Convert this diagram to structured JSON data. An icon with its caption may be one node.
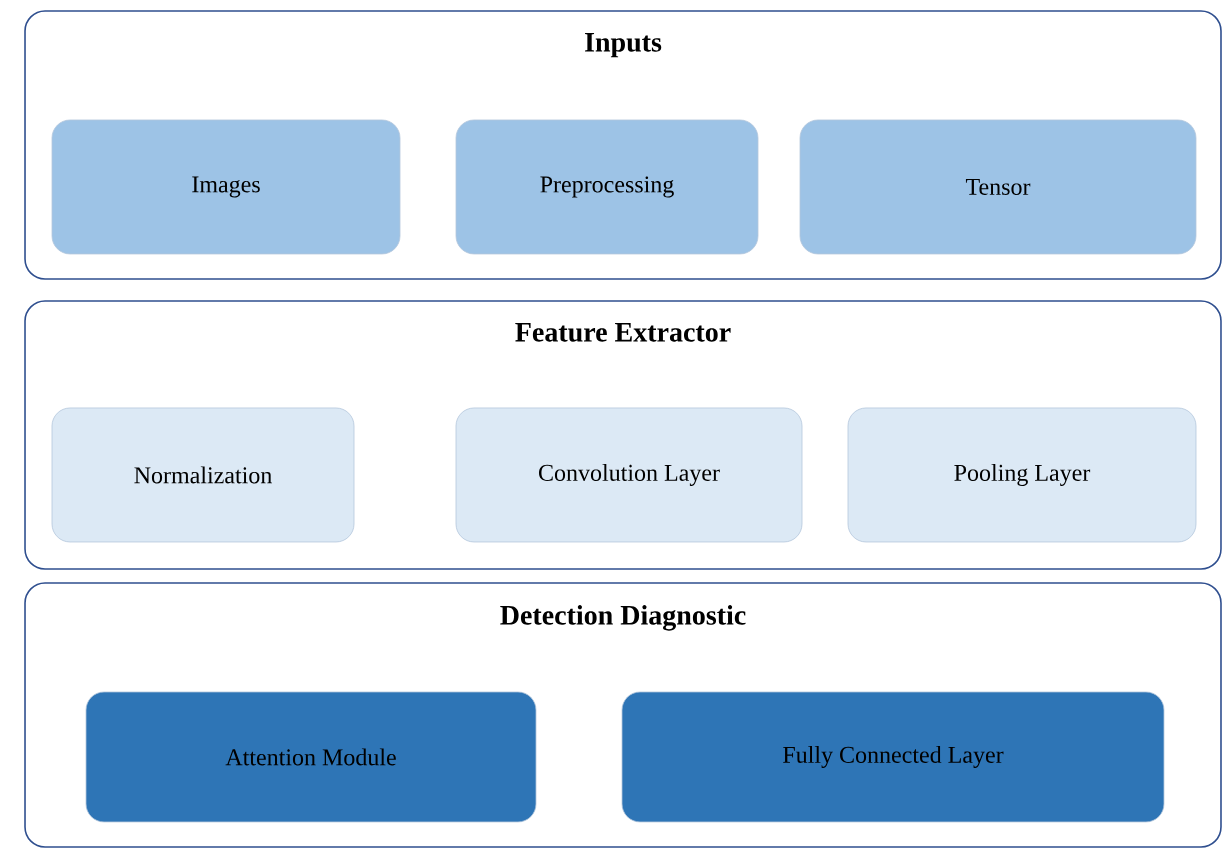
{
  "diagram": {
    "nodes": [
      {
        "text": [
          "Inputs"
        ]
      },
      {
        "text": [
          "Images"
        ],
        "in": 0
      },
      {
        "text": [
          "Preprocessing"
        ],
        "in": 0
      },
      {
        "text": [
          "Tensor"
        ],
        "in": 0
      },
      {
        "text": [
          "Feature Extractor"
        ]
      },
      {
        "text": [
          "Normalization"
        ],
        "in": 4
      },
      {
        "text": [
          "Convolution Layer"
        ],
        "in": 4
      },
      {
        "text": [
          "Pooling Layer"
        ],
        "in": 4
      },
      {
        "text": [
          "Detection Diagnostic"
        ]
      },
      {
        "text": [
          "Attention Module"
        ],
        "in": 8
      },
      {
        "text": [
          "Fully Connected Layer"
        ],
        "in": 8
      }
    ]
  }
}
